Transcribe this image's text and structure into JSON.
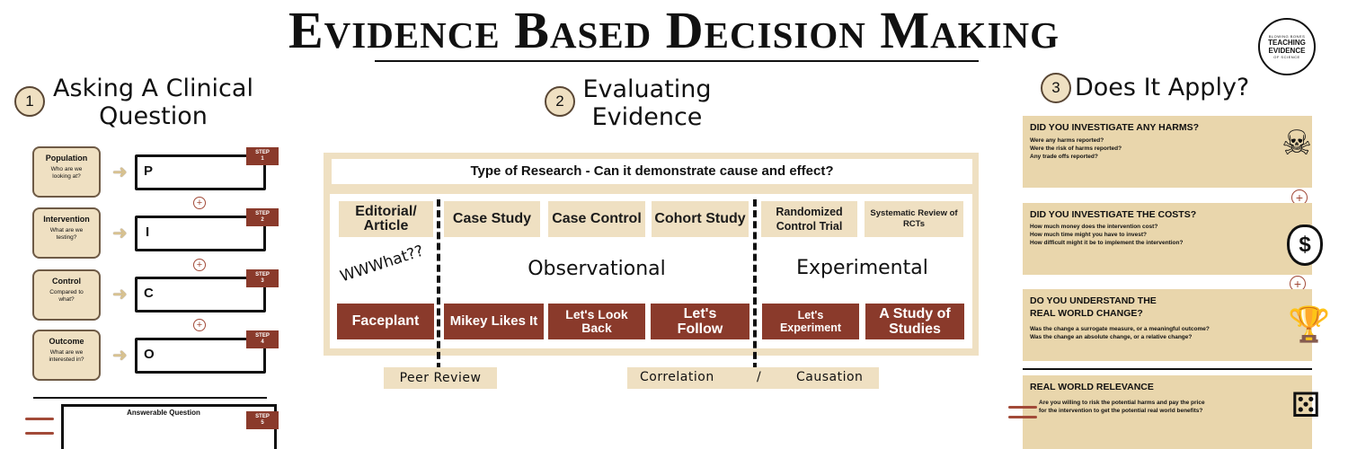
{
  "title": "Evidence Based Decision Making",
  "logo": {
    "main": "TEACHING EVIDENCE",
    "ring_top": "BLOWING BONES",
    "ring_bottom": "OF SCIENCE"
  },
  "section1": {
    "number": "1",
    "title_line1": "Asking A Clinical",
    "title_line2": "Question",
    "items": [
      {
        "label": "Population",
        "question": "Who are we looking at?",
        "letter": "P",
        "step": "STEP",
        "step_num": "1"
      },
      {
        "label": "Intervention",
        "question": "What are we testing?",
        "letter": "I",
        "step": "STEP",
        "step_num": "2"
      },
      {
        "label": "Control",
        "question": "Compared to what?",
        "letter": "C",
        "step": "STEP",
        "step_num": "3"
      },
      {
        "label": "Outcome",
        "question": "What are we interested in?",
        "letter": "O",
        "step": "STEP",
        "step_num": "4"
      }
    ],
    "plus": "+",
    "answerable_label": "Answerable Question",
    "answer_step": "STEP",
    "answer_step_num": "5"
  },
  "section2": {
    "number": "2",
    "title_line1": "Evaluating",
    "title_line2": "Evidence",
    "header": "Type of Research - Can it demonstrate cause and effect?",
    "research_types": [
      "Editorial/ Article",
      "Case Study",
      "Case Control",
      "Cohort Study",
      "Randomized Control Trial",
      "Systematic Review of RCTs"
    ],
    "nicknames": [
      "Faceplant",
      "Mikey Likes It",
      "Let's Look Back",
      "Let's Follow",
      "Let's Experiment",
      "A Study of Studies"
    ],
    "wwwhat": "WWWhat??",
    "observational": "Observational",
    "experimental": "Experimental",
    "peer_review": "Peer Review",
    "correlation": "Correlation",
    "slash": "/",
    "causation": "Causation"
  },
  "section3": {
    "number": "3",
    "title": "Does It Apply?",
    "cards": [
      {
        "heading": "DID YOU INVESTIGATE ANY HARMS?",
        "lines": [
          "Were any harms reported?",
          "Were the risk of harms reported?",
          "Any trade offs reported?"
        ],
        "icon": "☠"
      },
      {
        "heading": "DID YOU INVESTIGATE THE COSTS?",
        "lines": [
          "How much money does the intervention cost?",
          "How much time might you have to invest?",
          "How difficult might it be to implement the intervention?"
        ],
        "icon": "$"
      },
      {
        "heading_line1": "DO YOU UNDERSTAND THE",
        "heading_line2": "REAL WORLD CHANGE?",
        "lines": [
          "Was the change a surrogate measure, or a meaningful outcome?",
          "Was the change an absolute change, or a relative change?"
        ],
        "icon": "🏆"
      },
      {
        "heading": "REAL WORLD RELEVANCE",
        "lines": [
          "Are you willing to risk the potential harms and pay the price",
          "for the intervention to get the potential real world benefits?"
        ],
        "icon": "⚄"
      }
    ],
    "plus": "+"
  },
  "colors": {
    "tan": "#efe0c2",
    "card_tan": "#e9d6ac",
    "rust": "#8a3a2b",
    "ink": "#111111"
  },
  "icons": [
    "poison-icon",
    "money-bag-icon",
    "trophy-icon",
    "dice-icon",
    "arrow-right-icon",
    "plus-circle-icon"
  ]
}
